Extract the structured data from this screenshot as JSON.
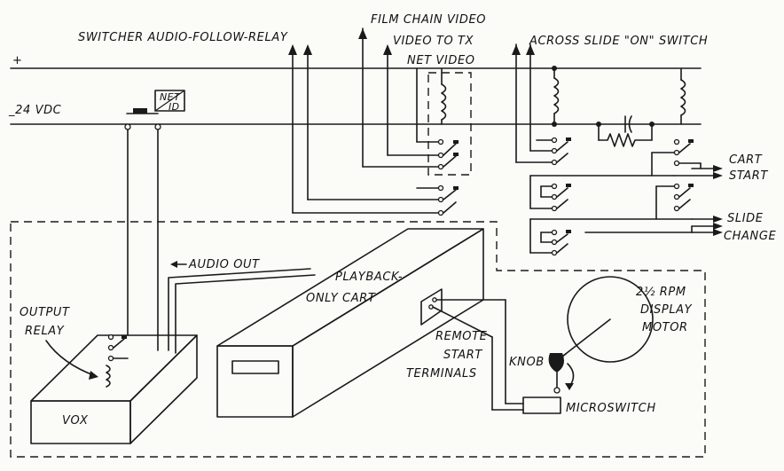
{
  "labels": {
    "plus": "+",
    "minus_24vdc": "_24 VDC",
    "switcher": "SWITCHER AUDIO-FOLLOW-RELAY",
    "film_chain": "FILM CHAIN VIDEO",
    "video_to_tx": "VIDEO TO TX",
    "net_video": "NET VIDEO",
    "across_slide": "ACROSS SLIDE \"ON\" SWITCH",
    "net_id_top": "NET",
    "net_id_bottom": "ID",
    "cart_start_1": "CART",
    "cart_start_2": "START",
    "slide_change_1": "SLIDE",
    "slide_change_2": "CHANGE",
    "audio_out": "AUDIO OUT",
    "playback_1": "PLAYBACK-",
    "playback_2": "ONLY CART",
    "rpm_1": "2½ RPM",
    "rpm_2": "DISPLAY",
    "rpm_3": "MOTOR",
    "output_relay_1": "OUTPUT",
    "output_relay_2": "RELAY",
    "remote_1": "REMOTE",
    "remote_2": "START",
    "remote_3": "TERMINALS",
    "knob": "KNOB",
    "microswitch": "MICROSWITCH",
    "vox": "VOX"
  },
  "colors": {
    "ink": "#1a1a1a",
    "paper": "#fbfbf8"
  }
}
